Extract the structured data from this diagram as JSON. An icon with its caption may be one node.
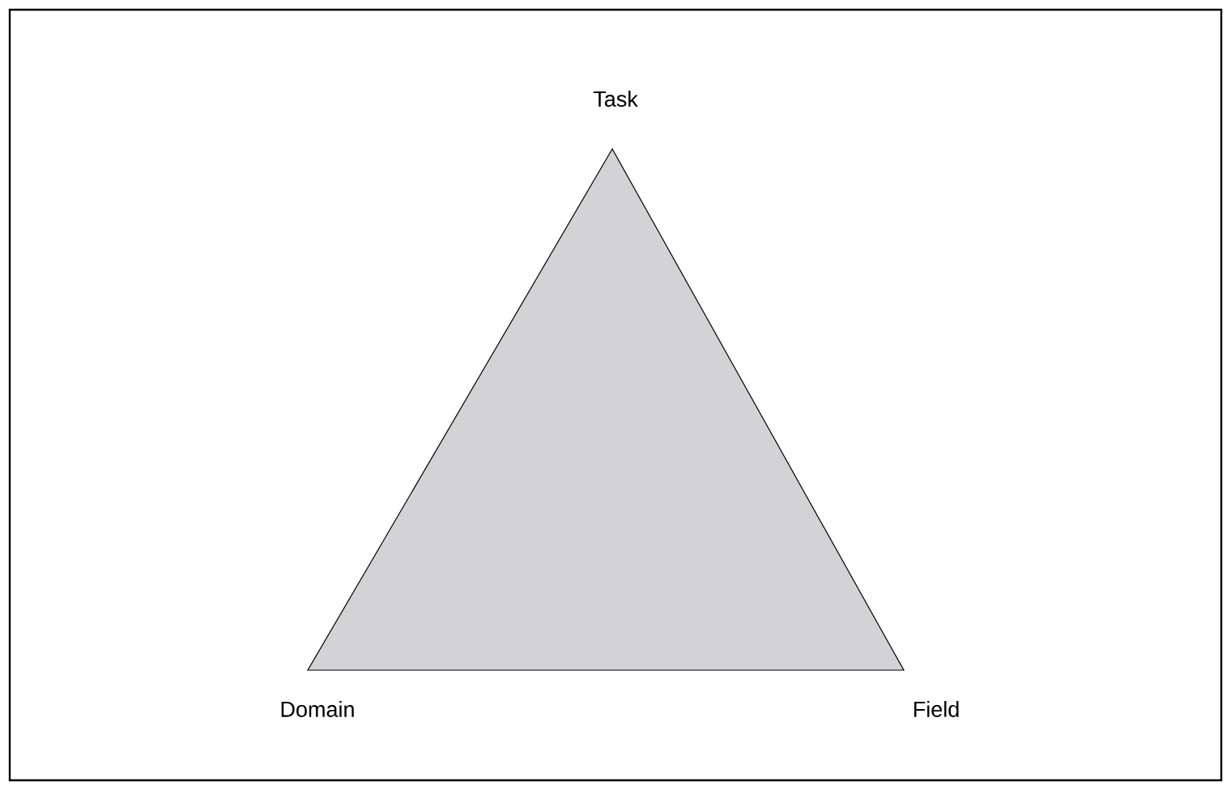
{
  "diagram": {
    "labels": [
      "Task",
      "Domain",
      "Field"
    ]
  }
}
